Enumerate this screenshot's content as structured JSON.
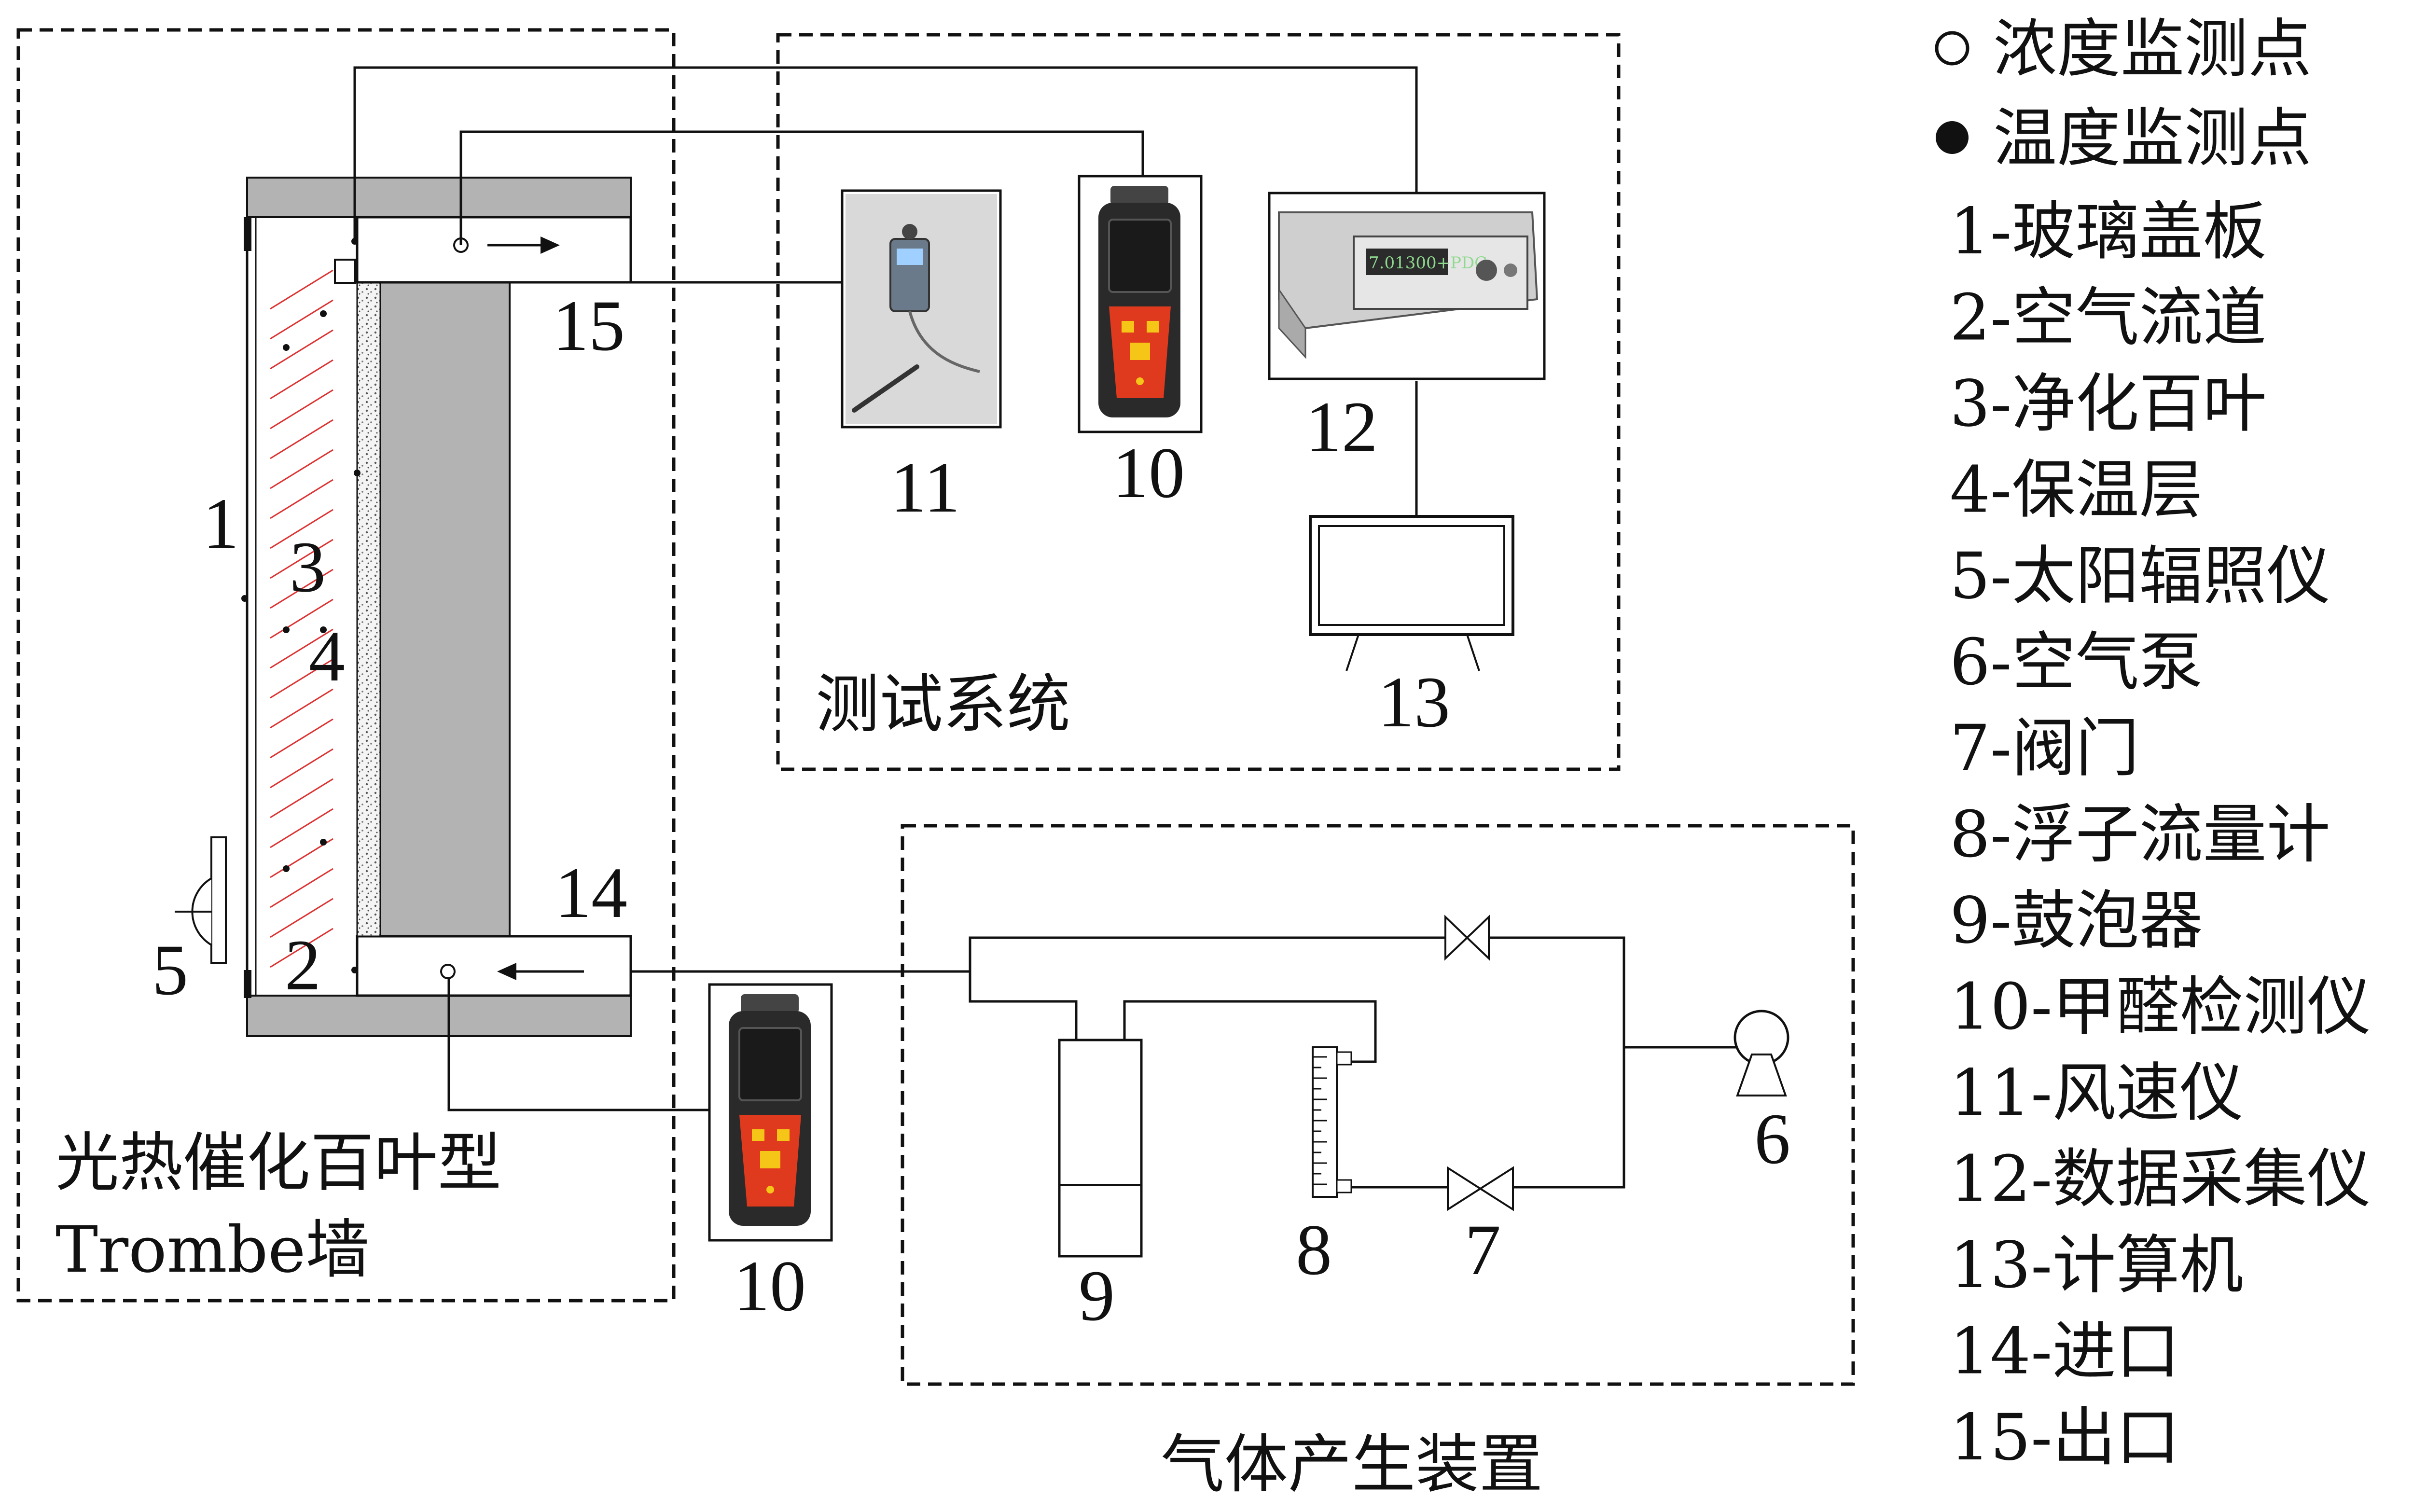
{
  "groups": {
    "trombe_wall": "光热催化百叶型",
    "trombe_wall_line2": "Trombe墙",
    "test_system": "测试系统",
    "gas_generator": "气体产生装置"
  },
  "numbers": {
    "n1": "1",
    "n2": "2",
    "n3": "3",
    "n4": "4",
    "n5": "5",
    "n6": "6",
    "n7": "7",
    "n8": "8",
    "n9": "9",
    "n10a": "10",
    "n10b": "10",
    "n11": "11",
    "n12": "12",
    "n13": "13",
    "n14": "14",
    "n15": "15"
  },
  "legend": {
    "marker_open": "○",
    "marker_filled": "●",
    "concentration": "浓度监测点",
    "temperature": "温度监测点",
    "items": [
      "1-玻璃盖板",
      "2-空气流道",
      "3-净化百叶",
      "4-保温层",
      "5-太阳辐照仪",
      "6-空气泵",
      "7-阀门",
      "8-浮子流量计",
      "9-鼓泡器",
      "10-甲醛检测仪",
      "11-风速仪",
      "12-数据采集仪",
      "13-计算机",
      "14-进口",
      "15-出口"
    ]
  },
  "device_screen": {
    "data_logger_readout": "7.01300+PDC"
  },
  "colors": {
    "wall": "#b3b3b3",
    "blind": "#d33",
    "detector_body": "#2a2a2a",
    "detector_red": "#e03a1e",
    "detector_yellow": "#f5c518",
    "screen": "#1a1a1a"
  }
}
